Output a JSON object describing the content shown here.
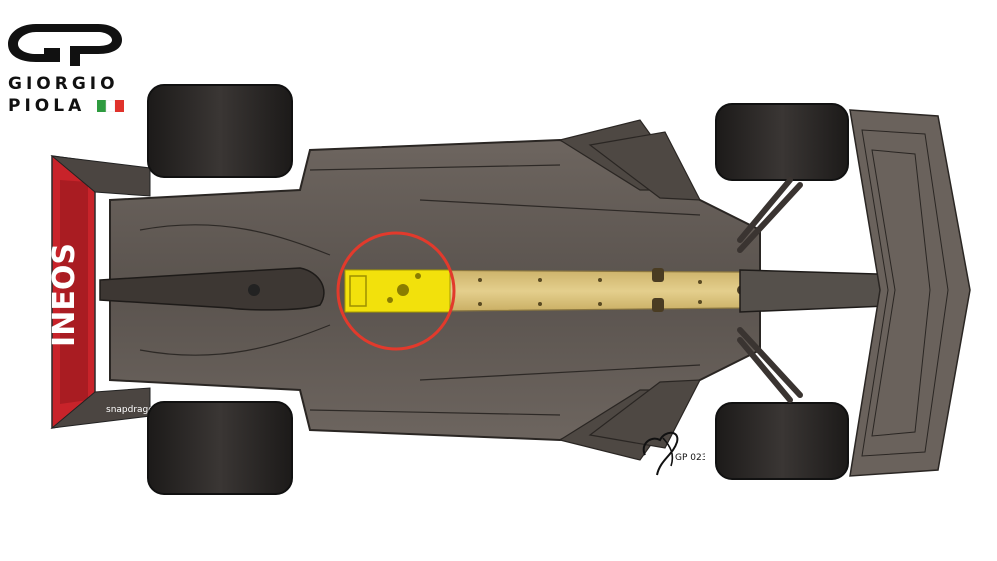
{
  "logo": {
    "line1": "GIORGIO",
    "line2": "PIOLA",
    "flag_colors": [
      "#2e9b3f",
      "#ffffff",
      "#e0322b"
    ]
  },
  "car_livery": {
    "sponsor_text": "INEOS",
    "secondary_text": "snapdragon"
  },
  "signature": {
    "text": "GP 023"
  },
  "colors": {
    "body": "#5f5751",
    "body_dark": "#3d3733",
    "tyre": "#2b2827",
    "plank": "#d9c27a",
    "plank_highlight": "#f2e10c",
    "highlight_circle": "#e23a2c",
    "rear_wing": "#c8232a"
  },
  "icons": [
    "giorgio-piola-logo-icon",
    "italian-flag-icon"
  ]
}
